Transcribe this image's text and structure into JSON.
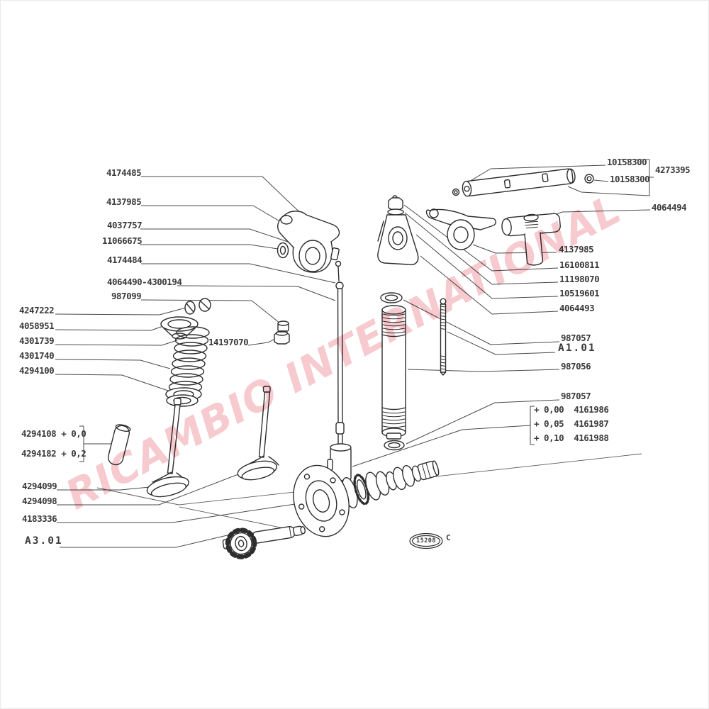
{
  "watermark": {
    "text": "RICAMBIO INTERNATIONAL",
    "color": "#ee969d"
  },
  "stamp": {
    "number": "15208",
    "suffix": "C"
  },
  "part_labels": [
    {
      "text": "4174485"
    },
    {
      "text": "4137985"
    },
    {
      "text": "4037757"
    },
    {
      "text": "11066675"
    },
    {
      "text": "4174484"
    },
    {
      "text": "4064490-4300194"
    },
    {
      "text": "987099"
    },
    {
      "text": "4247222"
    },
    {
      "text": "4058951"
    },
    {
      "text": "4301739"
    },
    {
      "text": "4301740"
    },
    {
      "text": "4294100"
    },
    {
      "text": "4294108 + 0,0"
    },
    {
      "text": "4294182 + 0,2"
    },
    {
      "text": "4294099"
    },
    {
      "text": "4294098"
    },
    {
      "text": "4183336"
    },
    {
      "text": "A3.01"
    },
    {
      "text": "14197070"
    },
    {
      "text": "10158300"
    },
    {
      "text": "10158300"
    },
    {
      "text": "4273395"
    },
    {
      "text": "4064494"
    },
    {
      "text": "4137985"
    },
    {
      "text": "16100811"
    },
    {
      "text": "11198070"
    },
    {
      "text": "10519601"
    },
    {
      "text": "4064493"
    },
    {
      "text": "987057"
    },
    {
      "text": "A1.01"
    },
    {
      "text": "987056"
    },
    {
      "text": "987057"
    },
    {
      "text": "+ 0,00  4161986"
    },
    {
      "text": "+ 0,05  4161987"
    },
    {
      "text": "+ 0,10  4161988"
    }
  ]
}
